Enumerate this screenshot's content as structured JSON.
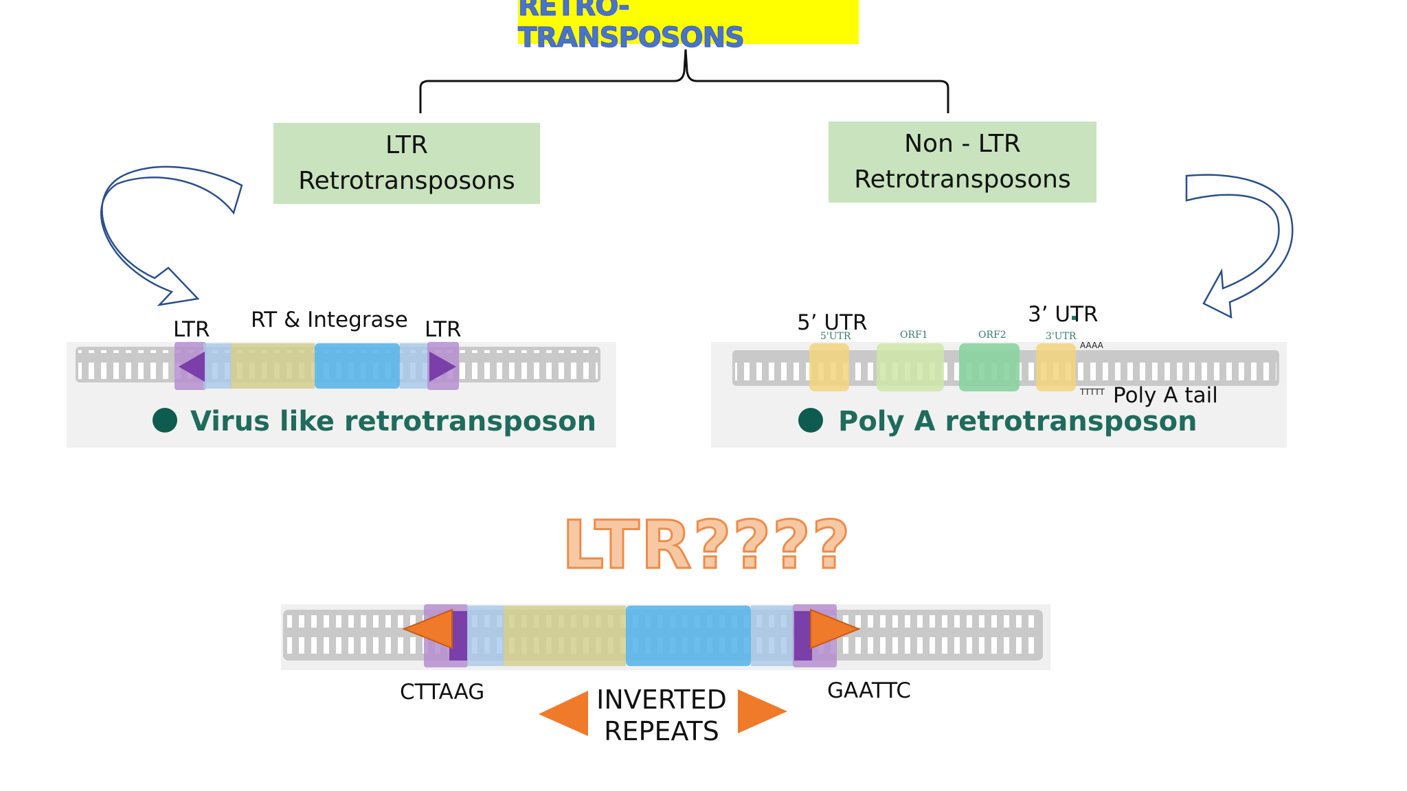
{
  "title": "RETRO- TRANSPOSONS",
  "categories": {
    "ltr": {
      "line1": "LTR",
      "line2": "Retrotransposons"
    },
    "non_ltr": {
      "line1": "Non - LTR",
      "line2": "Retrotransposons"
    }
  },
  "left_diagram": {
    "ltr_left": "LTR",
    "rt_integrase": "RT & Integrase",
    "ltr_right": "LTR",
    "caption": "Virus like retrotransposon"
  },
  "right_diagram": {
    "utr5": "5’ UTR",
    "utr3": "3’ UTR",
    "small_utr5": "5'UTR",
    "small_orf1": "ORF1",
    "small_orf2": "ORF2",
    "small_utr3": "3'UTR",
    "aaaa": "AAAA",
    "tttt": "TTTTT",
    "poly_a_tail": "Poly A tail",
    "caption": "Poly A retrotransposon"
  },
  "bottom": {
    "question": "LTR????",
    "left_seq": "CTTAAG",
    "right_seq": "GAATTC",
    "inverted_line1": "INVERTED",
    "inverted_line2": "REPEATS"
  },
  "colors": {
    "title_bg": "#ffff00",
    "title_text": "#4a74c9",
    "category_box": "#c8e3bd",
    "ltr_purple": "#8d5bb5",
    "caption_text": "#1f6b5c",
    "question_fill": "#f6c9a4",
    "question_stroke": "#ee8b4a",
    "arrow_orange": "#ee7a2a"
  }
}
